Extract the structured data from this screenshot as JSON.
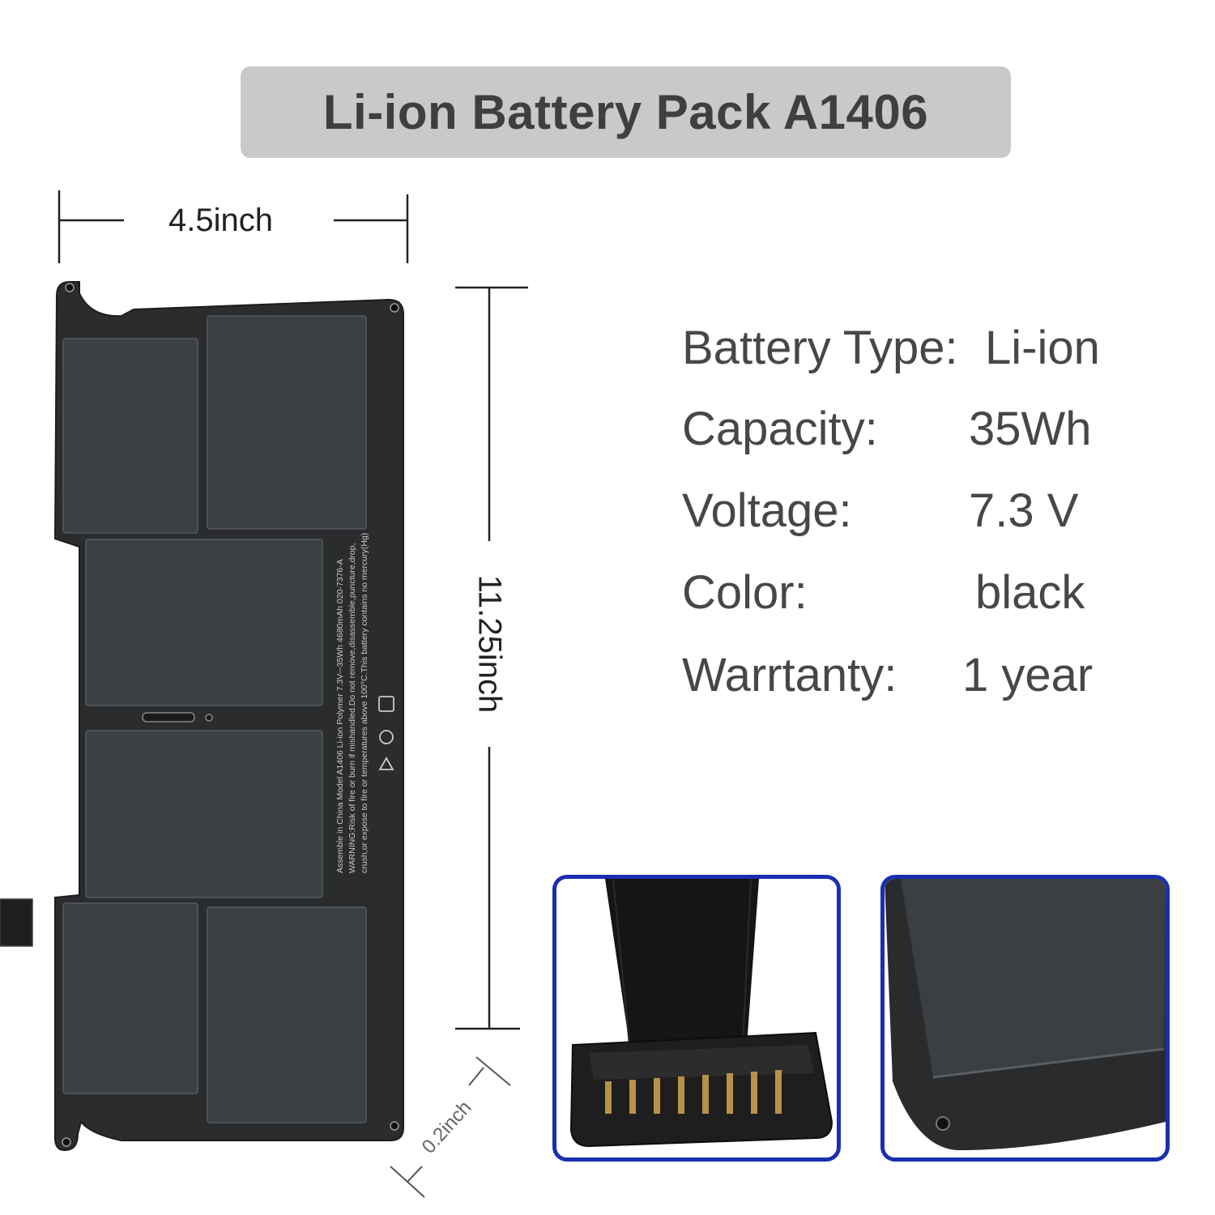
{
  "title": "Li-ion Battery Pack A1406",
  "dimensions": {
    "width": "4.5inch",
    "height": "11.25inch",
    "thickness": "0.2inch"
  },
  "specs": [
    {
      "label": "Battery Type:",
      "value": "Li-ion"
    },
    {
      "label": "Capacity:",
      "value": "35Wh"
    },
    {
      "label": "Voltage:",
      "value": "7.3 V"
    },
    {
      "label": "Color:",
      "value": "black"
    },
    {
      "label": "Warrtanty:",
      "value": "1 year"
    }
  ],
  "battery_label": {
    "line1": "Assemble in China Model A1406 Li-ion Polymer 7.3V⎓35Wh 4680mAh 020-7376-A",
    "line2": "WARNING:Risk of fire or burn if mishandled.Do not remove,disassemble,puncture,drop,",
    "line3": "crush,or expose to fire or temperatures above 100°C.This battery contains no mercury(Hg)"
  },
  "colors": {
    "battery_body": "#2b2c2e",
    "cell": "#3d4043",
    "frame_border": "#1a2fb0",
    "title_bg": "#c9c9c9"
  }
}
